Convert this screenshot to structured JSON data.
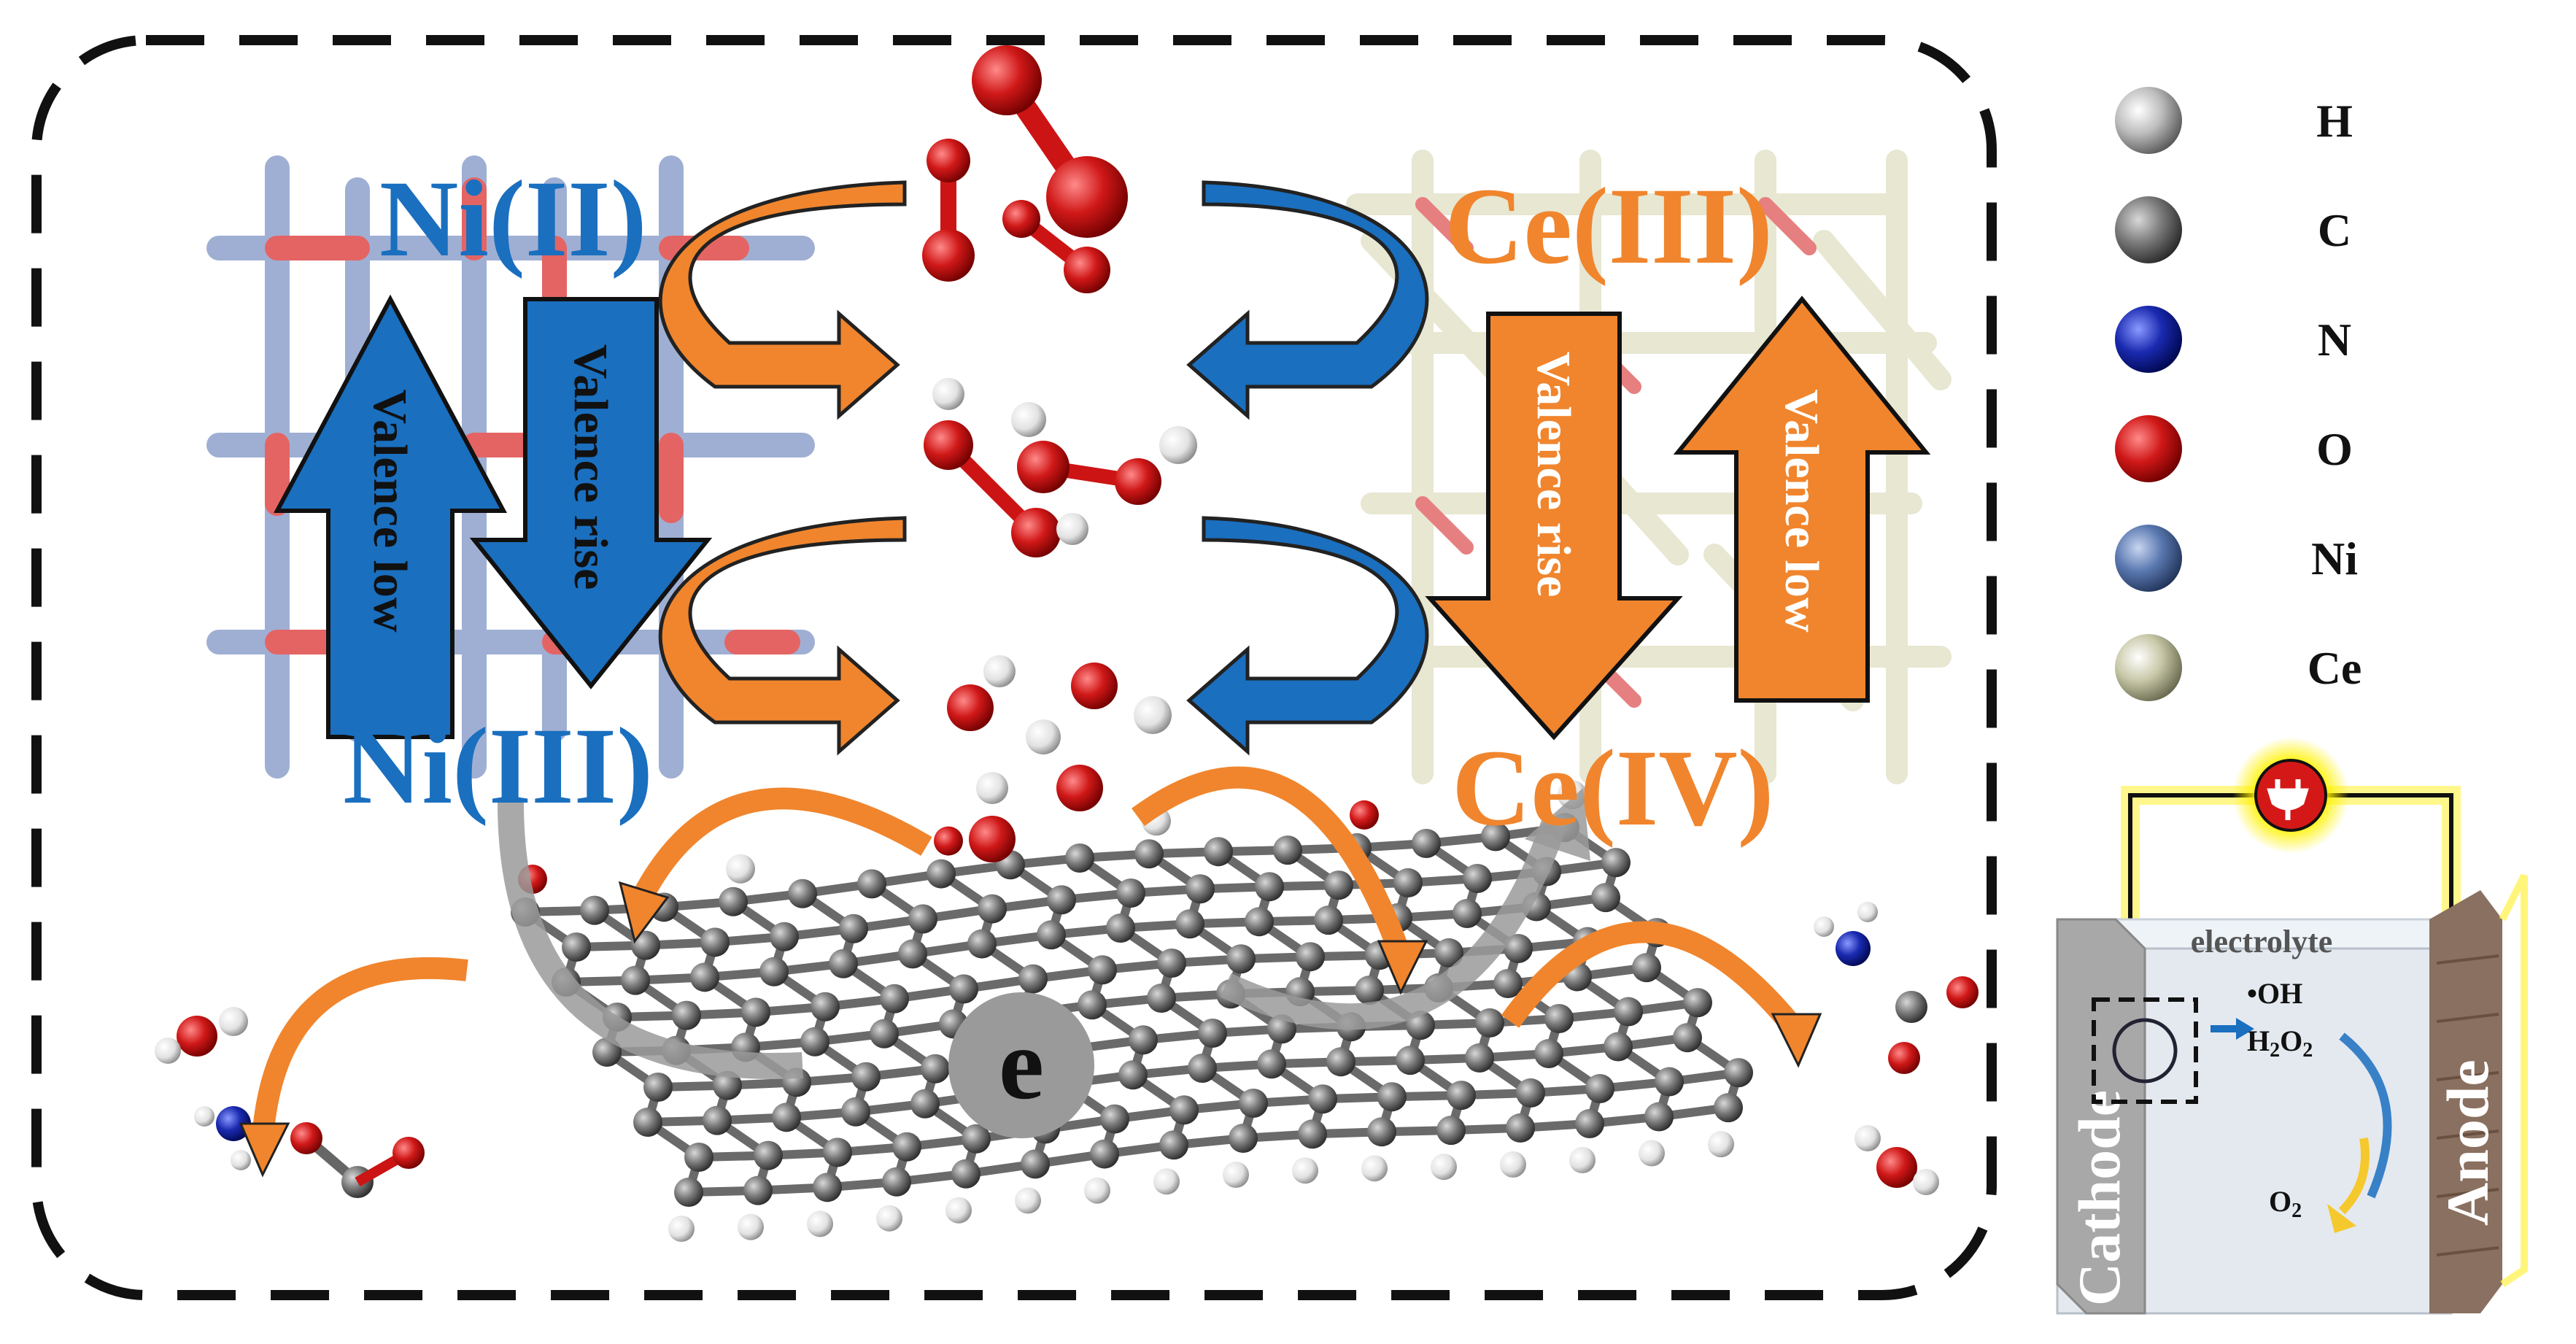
{
  "ni_ii_label": "Ni(II)",
  "ni_iii_label": "Ni(III)",
  "ce_iii_label": "Ce(III)",
  "ce_iv_label": "Ce(IV)",
  "ni_valence_low": "Valence low",
  "ni_valence_rise": "Valence rise",
  "ce_valence_rise": "Valence rise",
  "ce_valence_low": "Valence  low",
  "electron_label": "e",
  "legend": [
    {
      "symbol": "H",
      "color": "#c8c8c8"
    },
    {
      "symbol": "C",
      "color": "#5c5c5c"
    },
    {
      "symbol": "N",
      "color": "#1a2aa8"
    },
    {
      "symbol": "O",
      "color": "#c01010"
    },
    {
      "symbol": "Ni",
      "color": "#5a78b0"
    },
    {
      "symbol": "Ce",
      "color": "#c8c8a8"
    }
  ],
  "cell": {
    "electrolyte": "electrolyte",
    "cathode": "Cathode",
    "anode": "Anode",
    "oh_radical": "•OH",
    "h2o2": "H2O2",
    "o2": "O2"
  },
  "colors": {
    "ni_blue": "#1a6fbf",
    "ce_orange": "#f0852d",
    "oxygen_red": "#cc1414",
    "hydrogen_white": "#eeeeee"
  }
}
